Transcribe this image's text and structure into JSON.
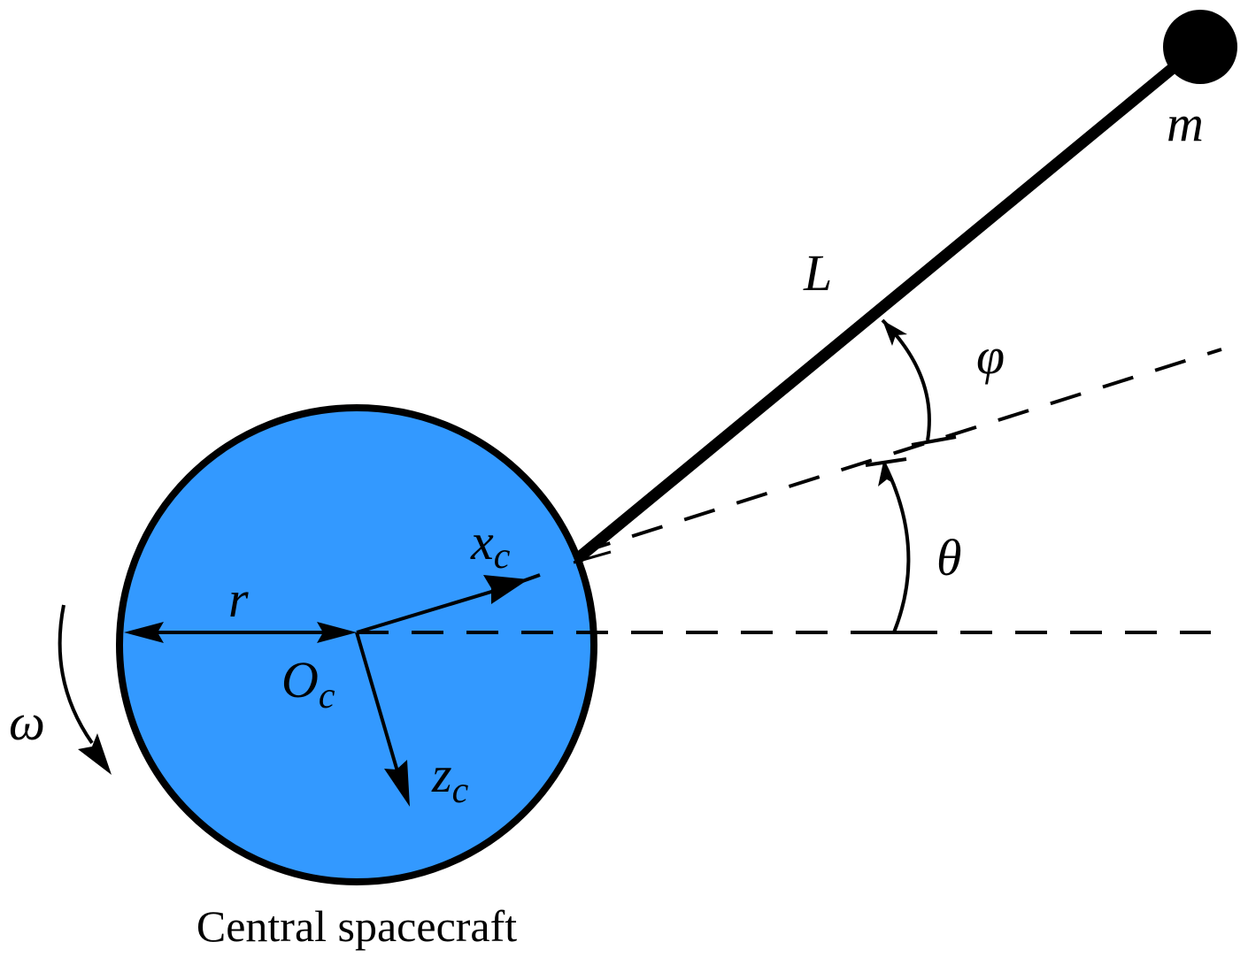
{
  "caption": "Central spacecraft",
  "labels": {
    "mass": "m",
    "length": "L",
    "phi": "φ",
    "theta": "θ",
    "radius": "r",
    "omega": "ω",
    "x_axis": {
      "main": "x",
      "sub": "c"
    },
    "z_axis": {
      "main": "z",
      "sub": "c"
    },
    "origin": {
      "main": "O",
      "sub": "c"
    }
  },
  "colors": {
    "spacecraft_fill": "#3399FF",
    "ink": "#000000",
    "background": "#FFFFFF"
  }
}
